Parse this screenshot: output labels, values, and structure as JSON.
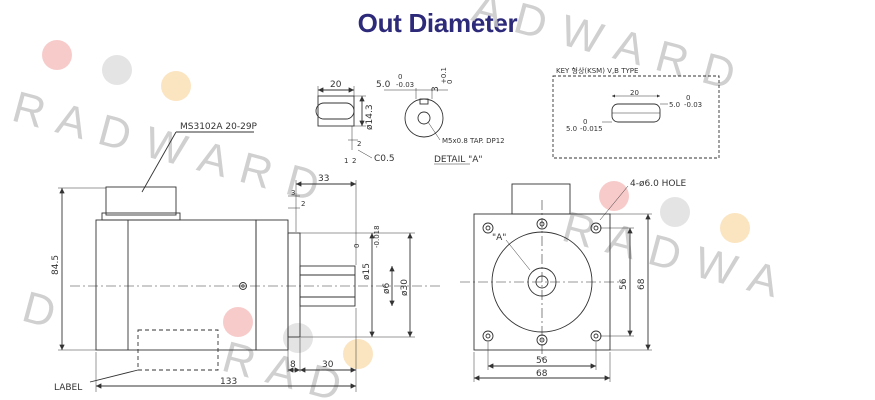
{
  "title": "Out Diameter",
  "watermark": {
    "text": "RADWARD",
    "dot_colors": [
      "#f7b8b8",
      "#d9d9d9",
      "#fbdcae"
    ]
  },
  "labels": {
    "connector": "MS3102A 20-29P",
    "label": "LABEL",
    "chamfer": "C0.5",
    "detail": "DETAIL \"A\"",
    "tap": "M5x0.8 TAP. DP12",
    "key_type": "KEY 형상(KSM) V,B TYPE",
    "hole": "4-ø6.0 HOLE",
    "detail_mark": "\"A\""
  },
  "dims": {
    "d20": "20",
    "d5_0": "5.0",
    "d5_tol": "0",
    "d5_tol2": "-0.03",
    "d3": "3",
    "d3_tol": "+0.1",
    "d3_tol2": "0",
    "d143": "ø14.3",
    "d2a": "2",
    "d1": "1",
    "d2b": "2",
    "d33": "33",
    "d3b": "3",
    "d2c": "2",
    "d15": "ø15",
    "d15_tol": "0",
    "d15_tol2": "-0.018",
    "d6": "ø6",
    "d30": "ø30",
    "d845": "84.5",
    "d8": "8",
    "d30b": "30",
    "d133": "133",
    "d56v": "56",
    "d68v": "68",
    "d56h": "56",
    "d68h": "68",
    "k20": "20",
    "k50": "5.0",
    "k50tol": "0",
    "k50tol2": "-0.03",
    "k50b": "5.0",
    "k50btol": "0",
    "k50btol2": "-0.015"
  }
}
